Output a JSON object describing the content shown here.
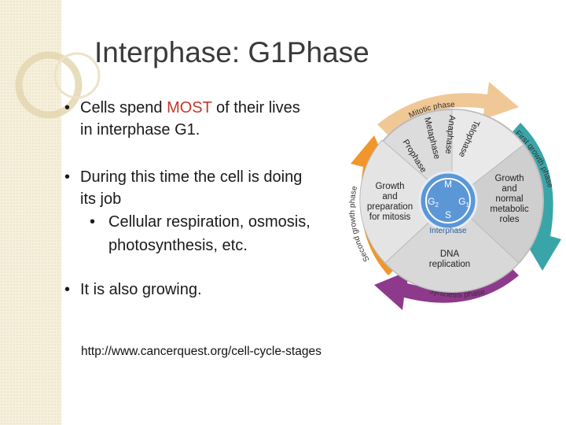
{
  "slide": {
    "title": "Interphase: G1Phase",
    "bullets": [
      {
        "lines": [
          "Cells spend ",
          "MOST",
          " of their lives"
        ],
        "line2": "in interphase G1."
      },
      {
        "line1": "During this time the cell is doing",
        "line2": "its job"
      },
      {
        "line1": "It is also growing."
      }
    ],
    "sub_bullet": {
      "line1": "Cellular respiration, osmosis,",
      "line2": "photosynthesis, etc."
    },
    "source_url": "http://www.cancerquest.org/cell-cycle-stages"
  },
  "diagram": {
    "center": {
      "m": "M",
      "g1": "G",
      "g1_sub": "1",
      "g2": "G",
      "g2_sub": "2",
      "s": "S",
      "ring_label": "Interphase"
    },
    "sectors": {
      "left": [
        "Growth",
        "and",
        "preparation",
        "for mitosis"
      ],
      "right": [
        "Growth",
        "and",
        "normal",
        "metabolic",
        "roles"
      ],
      "bottom": [
        "DNA",
        "replication"
      ]
    },
    "mitosis_stages": [
      "Prophase",
      "Metaphase",
      "Anaphase",
      "Telophase"
    ],
    "arrows": {
      "mitotic": "Mitotic phase",
      "first": "First growth phase",
      "second": "Second growth phase",
      "synthesis": "Synthesis phase"
    },
    "colors": {
      "mitotic": "#f0c896",
      "first": "#3aa5a8",
      "second": "#f0962a",
      "synthesis": "#8e3a8c",
      "center": "#4a8bd0",
      "ring": "#d2d2d2"
    }
  }
}
